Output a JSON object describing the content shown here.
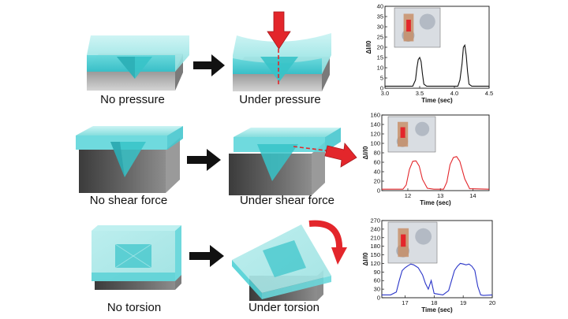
{
  "diagram": {
    "rows": [
      {
        "before_caption": "No pressure",
        "after_caption": "Under pressure"
      },
      {
        "before_caption": "No shear force",
        "after_caption": "Under shear force"
      },
      {
        "before_caption": "No torsion",
        "after_caption": "Under torsion"
      }
    ],
    "colors": {
      "gel": "#8fe3e3",
      "gel_edge": "#4fd3d8",
      "block": "#8a8a8a",
      "arrow_red": "#e3262b",
      "arrow_black": "#111111"
    }
  },
  "chart_data": [
    {
      "type": "line",
      "color": "#111111",
      "xlabel": "Time (sec)",
      "ylabel": "ΔI/I0",
      "xlim": [
        3.0,
        4.5
      ],
      "ylim": [
        0,
        40
      ],
      "xticks": [
        "3.0",
        "3.5",
        "4.0",
        "4.5"
      ],
      "yticks": [
        "0",
        "5",
        "10",
        "15",
        "20",
        "25",
        "30",
        "35",
        "40"
      ],
      "x": [
        3.0,
        3.4,
        3.44,
        3.46,
        3.48,
        3.5,
        3.52,
        3.54,
        3.56,
        3.6,
        4.05,
        4.08,
        4.11,
        4.13,
        4.15,
        4.17,
        4.19,
        4.21,
        4.25,
        4.5
      ],
      "y": [
        1,
        1,
        4,
        10,
        14,
        15,
        13,
        7,
        2,
        1,
        1,
        4,
        12,
        20,
        21,
        16,
        8,
        2,
        1,
        1
      ]
    },
    {
      "type": "line",
      "color": "#e3262b",
      "xlabel": "Time (sec)",
      "ylabel": "ΔI/I0",
      "xlim": [
        11.2,
        14.5
      ],
      "ylim": [
        0,
        160
      ],
      "xticks": [
        "12",
        "13",
        "14"
      ],
      "yticks": [
        "0",
        "20",
        "40",
        "60",
        "80",
        "100",
        "120",
        "140",
        "160"
      ],
      "x": [
        11.2,
        11.85,
        11.95,
        12.05,
        12.15,
        12.25,
        12.35,
        12.45,
        12.6,
        12.8,
        13.1,
        13.2,
        13.3,
        13.4,
        13.5,
        13.6,
        13.75,
        13.9,
        14.5
      ],
      "y": [
        3,
        3,
        12,
        45,
        62,
        63,
        52,
        24,
        5,
        3,
        3,
        18,
        55,
        70,
        72,
        62,
        25,
        4,
        3
      ]
    },
    {
      "type": "line",
      "color": "#2a35c8",
      "xlabel": "Time (sec)",
      "ylabel": "ΔI/I0",
      "xlim": [
        16.2,
        20.0
      ],
      "ylim": [
        0,
        270
      ],
      "xticks": [
        "17",
        "18",
        "19",
        "20"
      ],
      "yticks": [
        "0",
        "30",
        "60",
        "90",
        "120",
        "150",
        "180",
        "210",
        "240",
        "270"
      ],
      "x": [
        16.2,
        16.5,
        16.7,
        16.8,
        16.9,
        17.0,
        17.1,
        17.2,
        17.3,
        17.45,
        17.6,
        17.7,
        17.8,
        17.9,
        18.0,
        18.3,
        18.5,
        18.6,
        18.7,
        18.8,
        18.9,
        19.0,
        19.1,
        19.2,
        19.3,
        19.4,
        19.5,
        19.6,
        19.7,
        20.0
      ],
      "y": [
        10,
        10,
        20,
        60,
        95,
        105,
        112,
        118,
        115,
        105,
        80,
        50,
        30,
        60,
        15,
        10,
        25,
        60,
        95,
        110,
        120,
        118,
        115,
        118,
        110,
        95,
        40,
        10,
        8,
        10
      ]
    }
  ]
}
